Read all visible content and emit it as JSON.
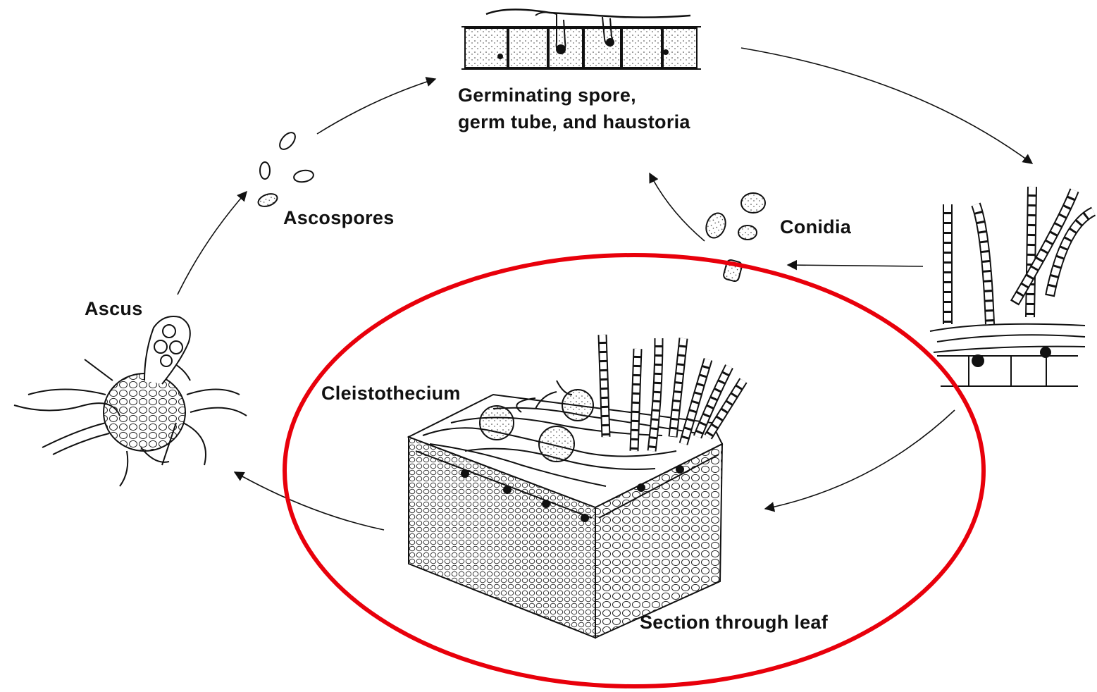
{
  "labels": {
    "germinating_line1": "Germinating spore,",
    "germinating_line2": "germ tube, and haustoria",
    "ascospores": "Ascospores",
    "conidia": "Conidia",
    "ascus": "Ascus",
    "cleistothecium": "Cleistothecium",
    "section": "Section through leaf"
  },
  "colors": {
    "ink": "#111111",
    "highlight_ellipse": "#e8000b",
    "background": "#ffffff"
  },
  "icons": [
    "leaf-epidermis-icon",
    "ascospore-icon",
    "conidium-icon",
    "conidiophore-icon",
    "ascus-icon",
    "cleistothecium-icon",
    "leaf-section-icon",
    "cycle-arrow-icon"
  ]
}
